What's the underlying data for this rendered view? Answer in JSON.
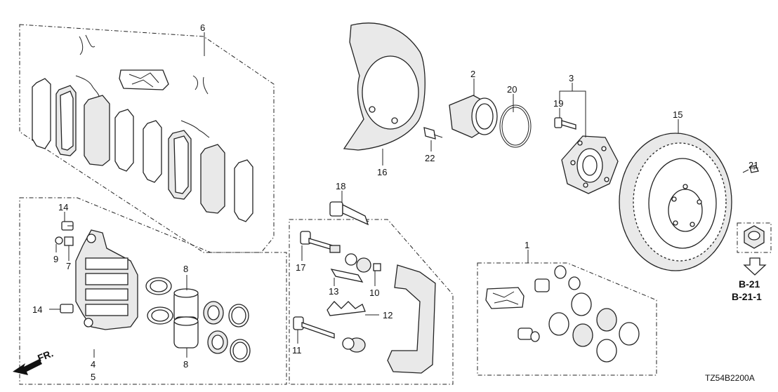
{
  "callouts": {
    "n1": "1",
    "n2": "2",
    "n3": "3",
    "n4": "4",
    "n5": "5",
    "n6": "6",
    "n7": "7",
    "n8a": "8",
    "n8b": "8",
    "n9": "9",
    "n10": "10",
    "n11": "11",
    "n12": "12",
    "n13": "13",
    "n14a": "14",
    "n14b": "14",
    "n15": "15",
    "n16": "16",
    "n17": "17",
    "n18": "18",
    "n19": "19",
    "n20": "20",
    "n21": "21",
    "n22": "22"
  },
  "references": {
    "ref1": "B-21",
    "ref2": "B-21-1"
  },
  "front_marker": "FR.",
  "diagram_code": "TZ54B2200A"
}
